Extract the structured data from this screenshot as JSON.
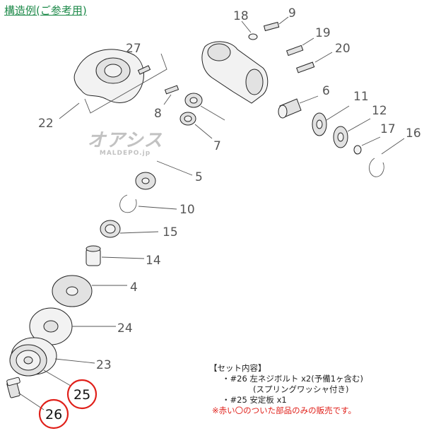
{
  "title": "構造例(ご参考用)",
  "watermark": {
    "logo": "オアシス",
    "sub": "MALDEPO.jp"
  },
  "labels": {
    "p4": "4",
    "p5": "5",
    "p6": "6",
    "p7": "7",
    "p8": "8",
    "p9": "9",
    "p10": "10",
    "p11": "11",
    "p12": "12",
    "p14": "14",
    "p15": "15",
    "p16": "16",
    "p17": "17",
    "p18": "18",
    "p19": "19",
    "p20": "20",
    "p22": "22",
    "p23": "23",
    "p24": "24",
    "p25": "25",
    "p26": "26",
    "p27": "27"
  },
  "highlight_color": "#e0201a",
  "set_info": {
    "heading": "【セット内容】",
    "line1": "・#26 左ネジボルト x2(予備1ヶ含む)",
    "line2": "(スプリングワッシャ付き)",
    "line3": "・#25 安定板  x1",
    "note": "※赤い〇のついた部品のみの販売です。"
  }
}
